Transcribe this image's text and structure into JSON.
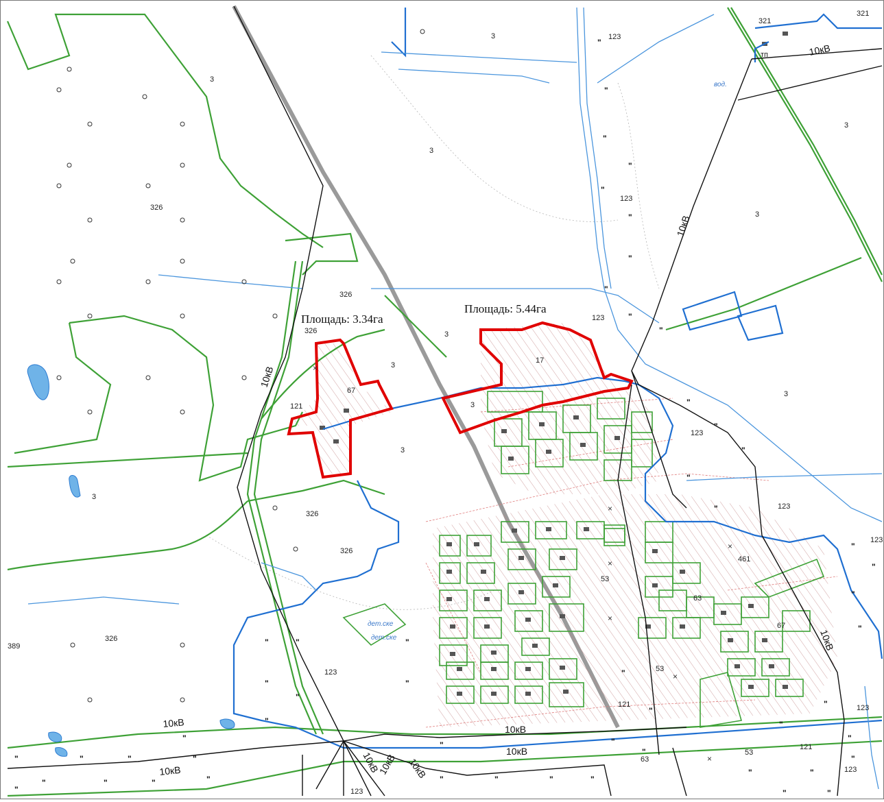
{
  "parcels": [
    {
      "id": "west",
      "title": "Площадь: 3.34га"
    },
    {
      "id": "east",
      "title": "Площадь: 5.44га"
    }
  ],
  "power_line_label": "10кВ",
  "codes": {
    "c3": "3",
    "c123": "123",
    "c321": "321",
    "c326": "326",
    "c389": "389",
    "c53": "53",
    "c121": "121",
    "c461": "461",
    "c67": "67",
    "c17": "17",
    "c63": "63"
  },
  "water_labels": {
    "vod": "вод.",
    "tp": "тп",
    "stok1": "дет.ске",
    "stok2": "дет.ске"
  },
  "colors": {
    "parcel_outline": "#e00000",
    "boundary_green": "#3ea136",
    "water_blue": "#1f6fd1",
    "power_black": "#111111"
  }
}
